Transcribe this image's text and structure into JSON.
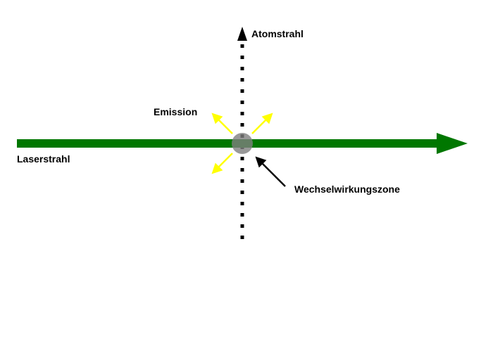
{
  "labels": {
    "atom_beam": "Atomstrahl",
    "emission": "Emission",
    "laser_beam": "Laserstrahl",
    "interaction_zone": "Wechselwirkungszone"
  },
  "colors": {
    "laser": "#007700",
    "emission": "#ffff00",
    "zone": "#808080",
    "atom_beam": "#000000"
  }
}
